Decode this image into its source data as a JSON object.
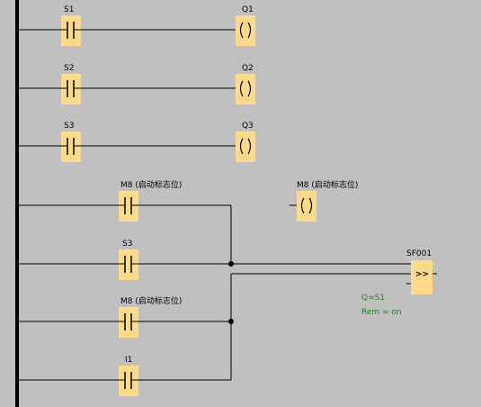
{
  "contacts": [
    {
      "id": "s1",
      "label": "S1"
    },
    {
      "id": "s2",
      "label": "S2"
    },
    {
      "id": "s3",
      "label": "S3"
    },
    {
      "id": "m8a",
      "label": "M8 (启动标志位)"
    },
    {
      "id": "s3b",
      "label": "S3"
    },
    {
      "id": "m8b",
      "label": "M8 (启动标志位)"
    },
    {
      "id": "i1",
      "label": "I1"
    }
  ],
  "coils": [
    {
      "id": "q1",
      "label": "Q1"
    },
    {
      "id": "q2",
      "label": "Q2"
    },
    {
      "id": "q3",
      "label": "Q3"
    },
    {
      "id": "m8coil",
      "label": "M8 (启动标志位)"
    }
  ],
  "block": {
    "name": "SF001",
    "symbol": ">>",
    "param1": "Q=S1",
    "param2": "Rem = on"
  },
  "colors": {
    "background": "#c0c0c0",
    "grid": "#b2b2b2",
    "element_fill": "#ffd98c",
    "wire": "#000000",
    "param_text": "#2a7d2a"
  }
}
